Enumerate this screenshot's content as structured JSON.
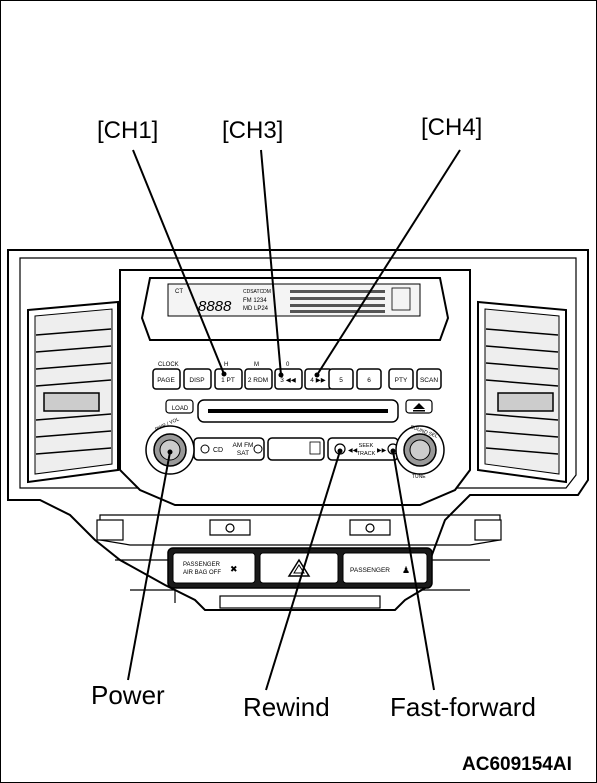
{
  "callouts": {
    "ch1": "[CH1]",
    "ch3": "[CH3]",
    "ch4": "[CH4]",
    "power": "Power",
    "rewind": "Rewind",
    "fast_forward": "Fast-forward"
  },
  "figure_code": "AC609154AI",
  "unit": {
    "display": {
      "big_digits": "8888",
      "fm": "FM 1234",
      "md": "MD LP24",
      "ct": "CT",
      "codes": "CDSATCDM"
    },
    "top_labels": {
      "clock": "CLOCK",
      "h": "H",
      "m": "M",
      "o": "0"
    },
    "buttons": {
      "page": "PAGE",
      "disp": "DISP",
      "p1": "1 PT",
      "p2": "2 RDM",
      "p3": "3 ◀◀",
      "p4": "4 ▶▶",
      "p5": "5",
      "p6": "6",
      "pty": "PTY",
      "scan": "SCAN",
      "load": "LOAD",
      "cd": "CD",
      "amfm": "AM FM",
      "sat": "SAT",
      "seek": "SEEK",
      "track": "TRACK"
    },
    "knob_labels": {
      "pwr_vol": "PWR / VOL",
      "sound": "SOUND SEL",
      "tune": "TUNE"
    },
    "passenger_left": [
      "PASSENGER",
      "AIR BAG OFF"
    ],
    "passenger_right": "PASSENGER"
  },
  "colors": {
    "ink": "#000000",
    "paper": "#ffffff",
    "panel_gray": "#d8d8d8",
    "dark_button": "#1a1a1a"
  }
}
